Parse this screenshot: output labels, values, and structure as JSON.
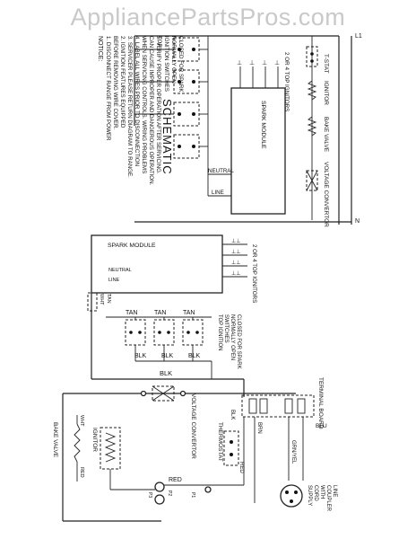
{
  "watermark": "AppliancePartsPros.com",
  "upper": {
    "title": "SCHEMATIC",
    "notice_title": "NOTICE:",
    "notes": [
      "1.   DISCONNECT RANGE FROM POWER",
      "      BEFORE REMOVING WIRE COVER.",
      "2.   IGNITION FEATURES EQUIPPED",
      "3.   SERVICER PLEASE RETURN DIAGRAM TO RANGE.",
      "4.   LABEL ALL WIRES PRIOR TO DISCONNECTION",
      "      WHEN SERVICING CONTROLS. WIRING PROBLEMS",
      "      CAN CAUSE IMPROPER AND DANGEROUS OPERATION.",
      "5.   VERIFY PROPER OPERATION AFTER SERVICING."
    ],
    "l1": "L1",
    "n": "N",
    "tstat": "T-STAT",
    "ignitor": "IGNITOR",
    "bake_valve": "BAKE VALVE",
    "voltage_convertor": "VOLTAGE CONVERTOR",
    "spark_module": "SPARK MODULE",
    "neutral": "NEUTRAL",
    "line": "LINE",
    "top_ignitors": "2 OR 4 TOP IGNITORS",
    "top_switches": [
      "TOP",
      "IGNITION SWITCHES",
      "NORMALLY OPEN",
      "CLOSED FOR SPARK"
    ]
  },
  "lower": {
    "spark_module": "SPARK MODULE",
    "neutral": "NEUTRAL",
    "line": "LINE",
    "top_ignitors": "2 OR 4 TOP IGNITORS",
    "wht": "WHT",
    "tan": "TAN",
    "tan_labels": [
      "TAN",
      "TAN",
      "TAN"
    ],
    "blk_labels": [
      "BLK",
      "BLK",
      "BLK"
    ],
    "blk": "BLK",
    "switches": [
      "TOP IGNITION",
      "SWITCHES",
      "NORMALLY OPEN",
      "CLOSED FOR SPARK"
    ],
    "voltage_convertor": "VOLTAGE CONVERTOR",
    "terminal_board": "TERMINAL BOARD",
    "blu": "BLU",
    "brn": "BRN",
    "blk_tb": "BLK",
    "thermostat": "THERMOSTAT",
    "red_tstat": "RED",
    "grn_yel": "GRN/YEL",
    "supply_cord": [
      "SUPPLY",
      "CORD",
      "WITH",
      "COUPLER",
      "LINE"
    ],
    "ignitor": "IGNITOR",
    "bake_valve": "BAKE VALVE",
    "wht_bake": "WHT",
    "red_bake": "RED",
    "red_bottom": "RED",
    "p_labels": [
      "P3",
      "P2",
      "P1"
    ]
  }
}
